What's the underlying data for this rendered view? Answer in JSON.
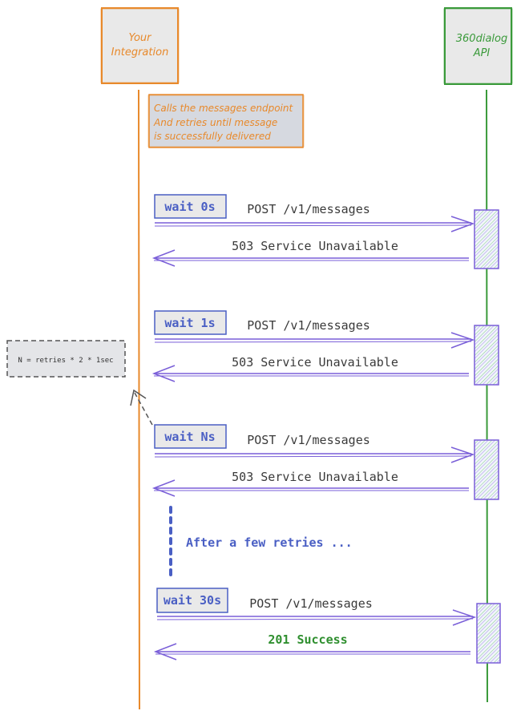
{
  "participants": {
    "client": {
      "line1": "Your",
      "line2": "Integration"
    },
    "server": {
      "line1": "360dialog",
      "line2": "API"
    }
  },
  "note": {
    "line1": "Calls the messages endpoint",
    "line2": "And retries until message",
    "line3": "is successfully delivered"
  },
  "formula": "N = retries * 2 * 1sec",
  "rounds": [
    {
      "wait": "wait 0s",
      "request": "POST /v1/messages",
      "response": "503 Service Unavailable"
    },
    {
      "wait": "wait 1s",
      "request": "POST /v1/messages",
      "response": "503 Service Unavailable"
    },
    {
      "wait": "wait Ns",
      "request": "POST /v1/messages",
      "response": "503 Service Unavailable"
    },
    {
      "wait": "wait 30s",
      "request": "POST /v1/messages",
      "response": "201 Success"
    }
  ],
  "ellipsis_text": "After a few retries ...",
  "colors": {
    "orange": "#e8892b",
    "green": "#3a9a3a",
    "purple": "#7a5fd8",
    "blue": "#4a5fc4",
    "box_fill": "#e9e9e9",
    "note_fill": "#d6d9e0",
    "text_dark": "#3a3a3a",
    "success": "#2f8f2f"
  }
}
